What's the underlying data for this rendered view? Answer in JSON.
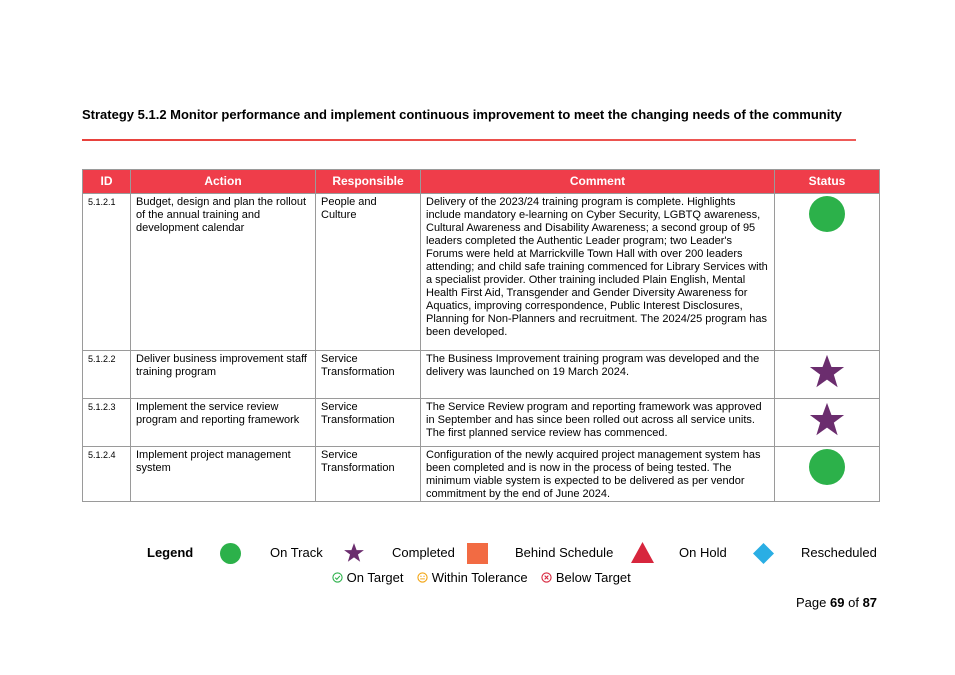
{
  "heading": "Strategy 5.1.2 Monitor performance and implement continuous improvement to meet the changing needs of the community",
  "table": {
    "headers": {
      "id": "ID",
      "action": "Action",
      "responsible": "Responsible",
      "comment": "Comment",
      "status": "Status"
    },
    "rows": [
      {
        "id": "5.1.2.1",
        "action": "Budget, design and plan the rollout of the annual training and development calendar",
        "responsible": "People and Culture",
        "comment": "Delivery of the 2023/24 training program is complete. Highlights include mandatory e-learning on Cyber Security, LGBTQ awareness, Cultural Awareness and Disability Awareness; a second group of 95 leaders completed the Authentic Leader program; two Leader's Forums were held at Marrickville Town Hall with over 200 leaders attending; and child safe training commenced for Library Services with a specialist provider. Other training included Plain English, Mental Health First Aid, Transgender and Gender Diversity Awareness for Aquatics, improving correspondence, Public Interest Disclosures, Planning for Non-Planners and recruitment. The 2024/25 program has been developed.",
        "status": "On Track"
      },
      {
        "id": "5.1.2.2",
        "action": "Deliver business improvement staff training program",
        "responsible": "Service Transformation",
        "comment": "The Business Improvement training program was developed and the delivery was launched on 19 March 2024.",
        "status": "Completed"
      },
      {
        "id": "5.1.2.3",
        "action": "Implement the service review program and reporting framework",
        "responsible": "Service Transformation",
        "comment": "The Service Review program and reporting framework was approved in September and has since been rolled out across all service units. The first planned service review has commenced.",
        "status": "Completed"
      },
      {
        "id": "5.1.2.4",
        "action": "Implement project management system",
        "responsible": "Service Transformation",
        "comment": "Configuration of the newly acquired project management system has been completed and is now in the process of being tested.  The minimum viable system is expected to be delivered as per vendor commitment by the end of June 2024.",
        "status": "On Track"
      }
    ]
  },
  "legend": {
    "title": "Legend",
    "on_track": "On Track",
    "completed": "Completed",
    "behind": "Behind Schedule",
    "on_hold": "On Hold",
    "rescheduled": "Rescheduled",
    "on_target": "On Target",
    "within_tolerance": "Within Tolerance",
    "below_target": "Below Target"
  },
  "page": {
    "prefix": "Page",
    "current": "69",
    "of": "of",
    "total": "87"
  },
  "colors": {
    "header_red": "#ef3d4a",
    "on_track_green": "#2cb14a",
    "completed_purple": "#6b2d6e",
    "behind_orange": "#f26b43",
    "on_hold_red": "#d7263d",
    "rescheduled_blue": "#2aaee4"
  }
}
